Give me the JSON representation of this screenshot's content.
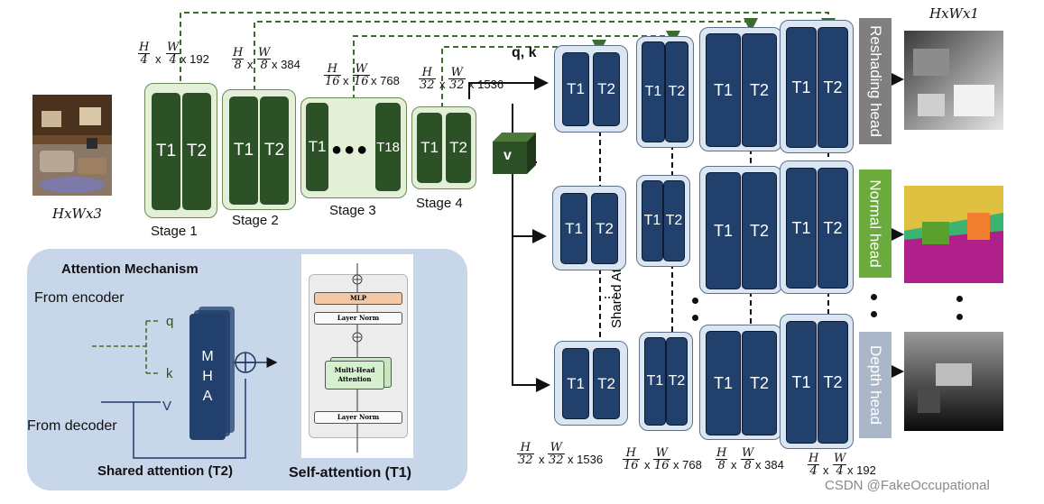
{
  "input_label": "HxWx3",
  "output_label": "HxWx1",
  "stages": [
    {
      "name": "Stage 1",
      "blocks": [
        "T1",
        "T2"
      ],
      "num": "H",
      "den": "4",
      "num2": "W",
      "den2": "4",
      "ch": "192"
    },
    {
      "name": "Stage 2",
      "blocks": [
        "T1",
        "T2"
      ],
      "num": "H",
      "den": "8",
      "num2": "W",
      "den2": "8",
      "ch": "384"
    },
    {
      "name": "Stage 3",
      "blocks": [
        "T1",
        "T18"
      ],
      "num": "H",
      "den": "16",
      "num2": "W",
      "den2": "16",
      "ch": "768"
    },
    {
      "name": "Stage 4",
      "blocks": [
        "T1",
        "T2"
      ],
      "num": "H",
      "den": "32",
      "num2": "W",
      "den2": "32",
      "ch": "1536"
    }
  ],
  "v_label": "v",
  "qk_label": "q, k",
  "shared_attention_label": "Shared Attention",
  "decoder_dims": [
    {
      "num": "H",
      "den": "32",
      "num2": "W",
      "den2": "32",
      "ch": "1536"
    },
    {
      "num": "H",
      "den": "16",
      "num2": "W",
      "den2": "16",
      "ch": "768"
    },
    {
      "num": "H",
      "den": "8",
      "num2": "W",
      "den2": "8",
      "ch": "384"
    },
    {
      "num": "H",
      "den": "4",
      "num2": "W",
      "den2": "4",
      "ch": "192"
    }
  ],
  "block_labels": {
    "t1": "T1",
    "t2": "T2"
  },
  "heads": [
    {
      "label": "Reshading head",
      "color": "#7f7f7f"
    },
    {
      "label": "Normal head",
      "color": "#6bab3d"
    },
    {
      "label": "Depth head",
      "color": "#a9b7c9"
    }
  ],
  "attention_box": {
    "title": "Attention Mechanism",
    "from_encoder": "From encoder",
    "from_decoder": "From decoder",
    "q": "q",
    "k": "k",
    "v": "V",
    "mha": [
      "M",
      "H",
      "A"
    ],
    "shared_caption": "Shared attention (T2)",
    "self_caption": "Self-attention (T1)",
    "mlp": "MLP",
    "layer_norm": "Layer Norm",
    "multi_head": [
      "Multi-Head",
      "Attention"
    ]
  },
  "watermark": "CSDN @FakeOccupational",
  "colors": {
    "encoder_green": "#2d5127",
    "decoder_blue": "#22406c",
    "dashed_green": "#3e6b2e"
  }
}
